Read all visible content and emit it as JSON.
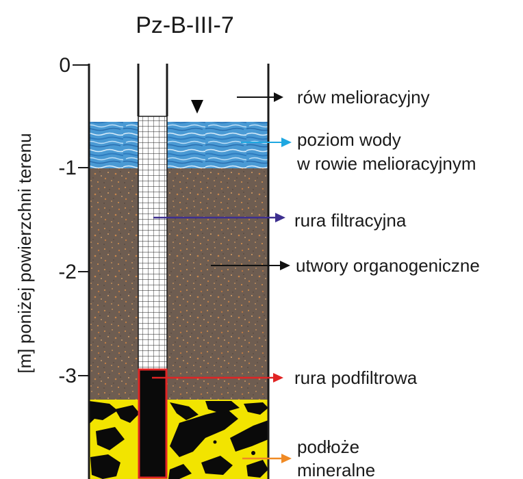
{
  "title": "Pz-B-III-7",
  "axis": {
    "label": "[m] poniżej powierzchni terenu",
    "ticks": [
      "0",
      "-1",
      "-2",
      "-3"
    ]
  },
  "layers": [
    {
      "name": "water",
      "top_m": -0.57,
      "bottom_m": -1.0,
      "color": "#4a9ad4"
    },
    {
      "name": "organogenic",
      "top_m": -1.0,
      "bottom_m": -3.25,
      "color": "#6e5d51"
    },
    {
      "name": "mineral",
      "top_m": -3.25,
      "bottom_m": -4.0,
      "color": "#f2e400"
    }
  ],
  "labels": {
    "ditch": "rów melioracyjny",
    "water_level_1": "poziom wody",
    "water_level_2": "w rowie melioracyjnym",
    "filter_pipe": "rura filtracyjna",
    "organic": "utwory organogeniczne",
    "subfilter_pipe": "rura podfiltrowa",
    "mineral_1": "podłoże",
    "mineral_2": "mineralne"
  },
  "colors": {
    "ditch_arrow": "#111111",
    "water_arrow": "#1ea7e1",
    "filter_arrow": "#3d2f8f",
    "organic_arrow": "#111111",
    "subfilter_arrow": "#e02424",
    "mineral_arrow": "#f08a24"
  },
  "icons": {
    "water_level_marker": "triangle-down-icon"
  }
}
